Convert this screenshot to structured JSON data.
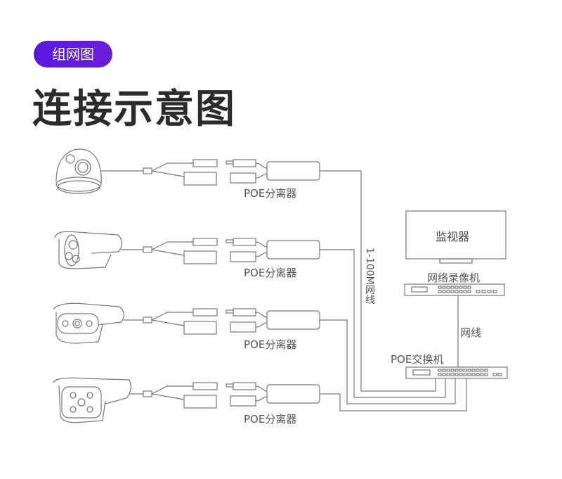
{
  "header": {
    "badge": "组网图",
    "title": "连接示意图"
  },
  "diagram": {
    "cameras": [
      {
        "type": "dome-camera",
        "splitter_label": "POE分离器"
      },
      {
        "type": "bullet-camera-2led",
        "splitter_label": "POE分离器"
      },
      {
        "type": "bullet-camera-3led",
        "splitter_label": "POE分离器"
      },
      {
        "type": "bullet-camera-4led",
        "splitter_label": "POE分离器"
      }
    ],
    "cable_label": "1-100M网线",
    "monitor_label": "监视器",
    "nvr_label": "网络录像机",
    "nvr_cable_label": "网线",
    "switch_label": "POE交换机"
  },
  "colors": {
    "badge": "#5a18e0",
    "line": "#777777",
    "title": "#2b2b2b"
  }
}
